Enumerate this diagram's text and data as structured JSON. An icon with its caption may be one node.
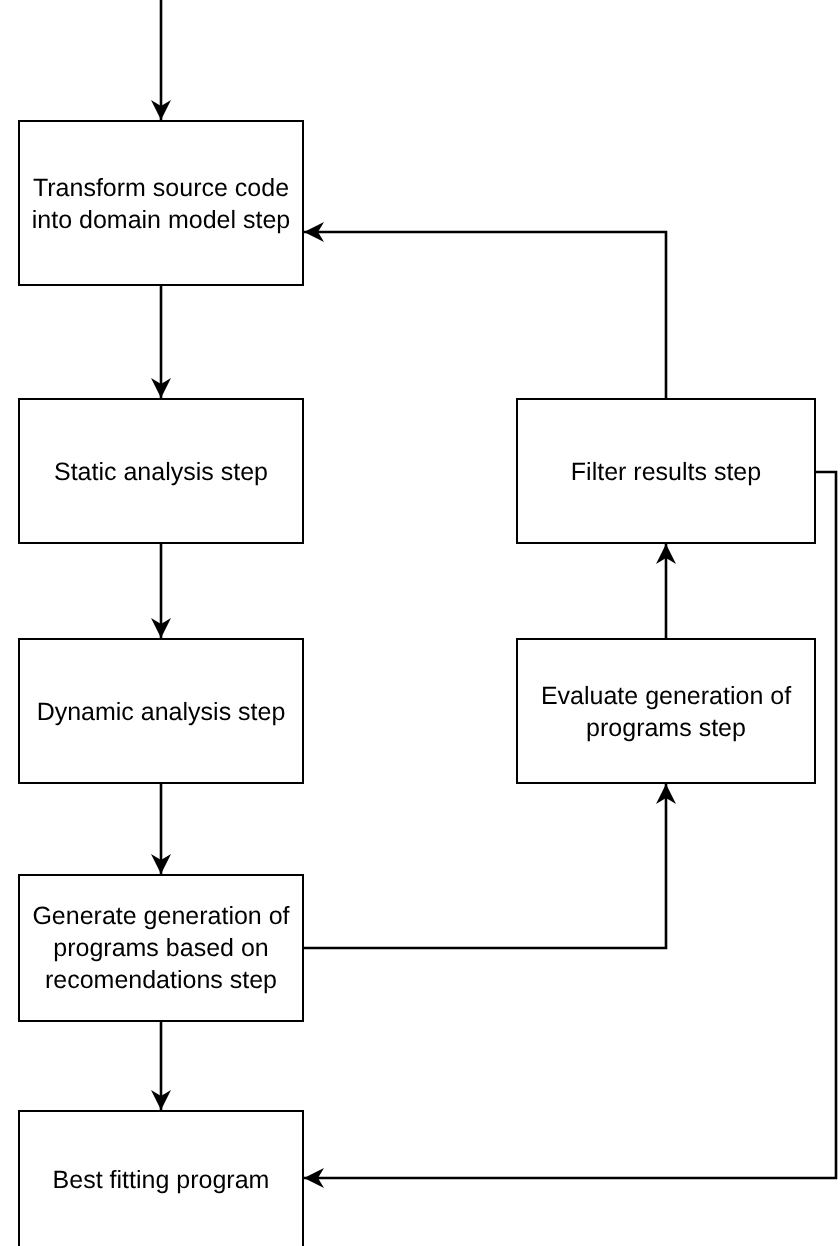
{
  "diagram": {
    "nodes": [
      {
        "text": [
          "Transform source code into domain model step"
        ]
      },
      {
        "text": [
          "Static analysis step"
        ]
      },
      {
        "text": [
          "Dynamic analysis step"
        ]
      },
      {
        "text": [
          "Generate generation of programs based on recomendations step"
        ]
      },
      {
        "text": [
          "Best fitting program"
        ]
      },
      {
        "text": [
          "Filter results step"
        ]
      },
      {
        "text": [
          "Evaluate generation of programs step"
        ]
      }
    ],
    "edges": [
      {
        "from": null,
        "to": 0,
        "arrow": "to"
      },
      {
        "from": 0,
        "to": 1,
        "arrow": "to"
      },
      {
        "from": 1,
        "to": 2,
        "arrow": "to"
      },
      {
        "from": 2,
        "to": 3,
        "arrow": "to"
      },
      {
        "from": 3,
        "to": 4,
        "arrow": "to"
      },
      {
        "from": 3,
        "to": 6,
        "arrow": "to"
      },
      {
        "from": 6,
        "to": 5,
        "arrow": "to"
      },
      {
        "from": 5,
        "to": 0,
        "arrow": "to"
      },
      {
        "from": 5,
        "to": 4,
        "arrow": "to"
      }
    ]
  }
}
